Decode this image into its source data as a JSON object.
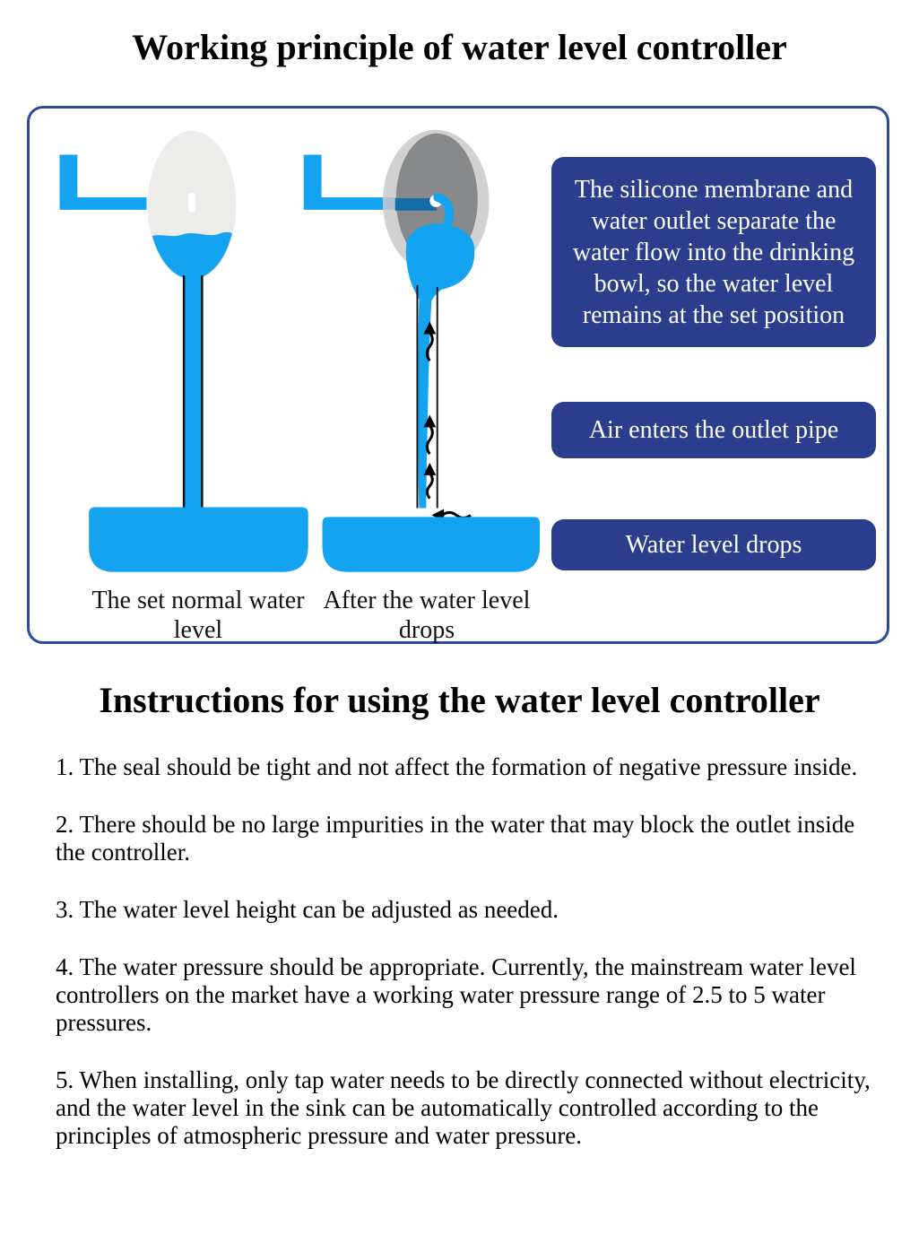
{
  "header": {
    "title": "Working principle of water level controller"
  },
  "panel": {
    "captions": {
      "left": "The set normal water level",
      "right": "After the water level drops"
    },
    "callouts": {
      "membrane": "The silicone membrane and water outlet separate the water flow into the drinking bowl, so the water level remains at the set position",
      "air": "Air enters the outlet pipe",
      "drop": "Water level drops"
    }
  },
  "instructions": {
    "title": "Instructions for using the water level controller",
    "items": [
      "1. The seal should be tight and not affect the formation of negative pressure inside.",
      "2. There should be no large impurities in the water that may block the outlet inside the controller.",
      "3. The water level height can be adjusted as needed.",
      "4. The water pressure should be appropriate. Currently, the mainstream water level controllers on the market have a working water pressure range of 2.5 to 5 water pressures.",
      "5. When installing, only tap water needs to be directly connected without electricity, and the water level in the sink can be automatically controlled according to the principles of atmospheric pressure and water pressure."
    ]
  },
  "colors": {
    "water_blue": "#14A3F1",
    "pipe_dark": "#0E6CA6",
    "panel_border": "#2B4A9E",
    "callout_bg": "#2B3E8D",
    "chamber_light": "#ECECEA",
    "chamber_mid": "#C9C9C9",
    "chamber_dark": "#7F8182",
    "outline_dark": "#151515"
  }
}
